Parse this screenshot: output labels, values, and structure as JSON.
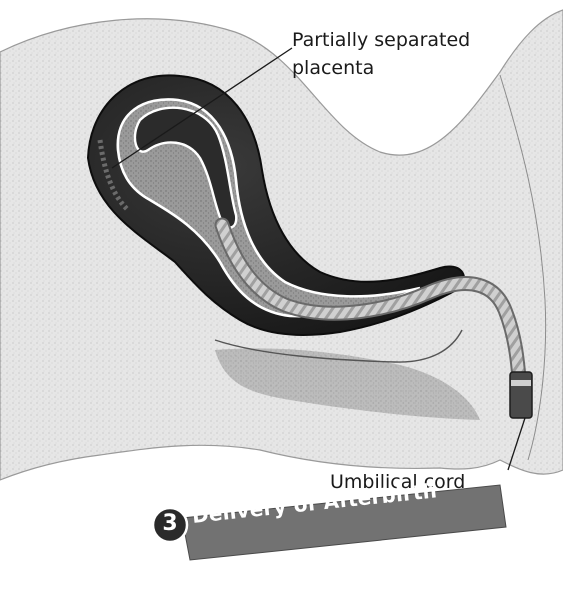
{
  "labels": {
    "placenta_line1": "Partially separated",
    "placenta_line2": "placenta",
    "cord": "Umbilical cord"
  },
  "banner": {
    "number": "3",
    "title": "Delivery of Afterbirth"
  },
  "colors": {
    "uterus_dark": "#1d1d1d",
    "tissue_gray": "#8a8a8a",
    "skin_light": "#e4e4e4",
    "banner_fill": "#707070",
    "outline": "#ffffff"
  }
}
